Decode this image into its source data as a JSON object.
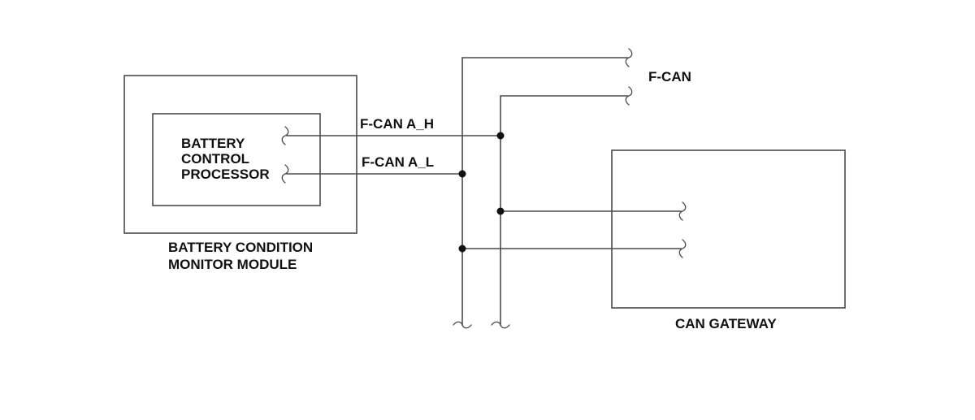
{
  "diagram": {
    "colors": {
      "line": "#4a4a4a",
      "text": "#111111",
      "background": "#ffffff"
    },
    "labels": {
      "bus_name": "F-CAN",
      "signal_high": "F-CAN A_H",
      "signal_low": "F-CAN A_L",
      "processor_line1": "BATTERY",
      "processor_line2": "CONTROL",
      "processor_line3": "PROCESSOR",
      "module_line1": "BATTERY CONDITION",
      "module_line2": "MONITOR MODULE",
      "gateway": "CAN GATEWAY"
    }
  }
}
